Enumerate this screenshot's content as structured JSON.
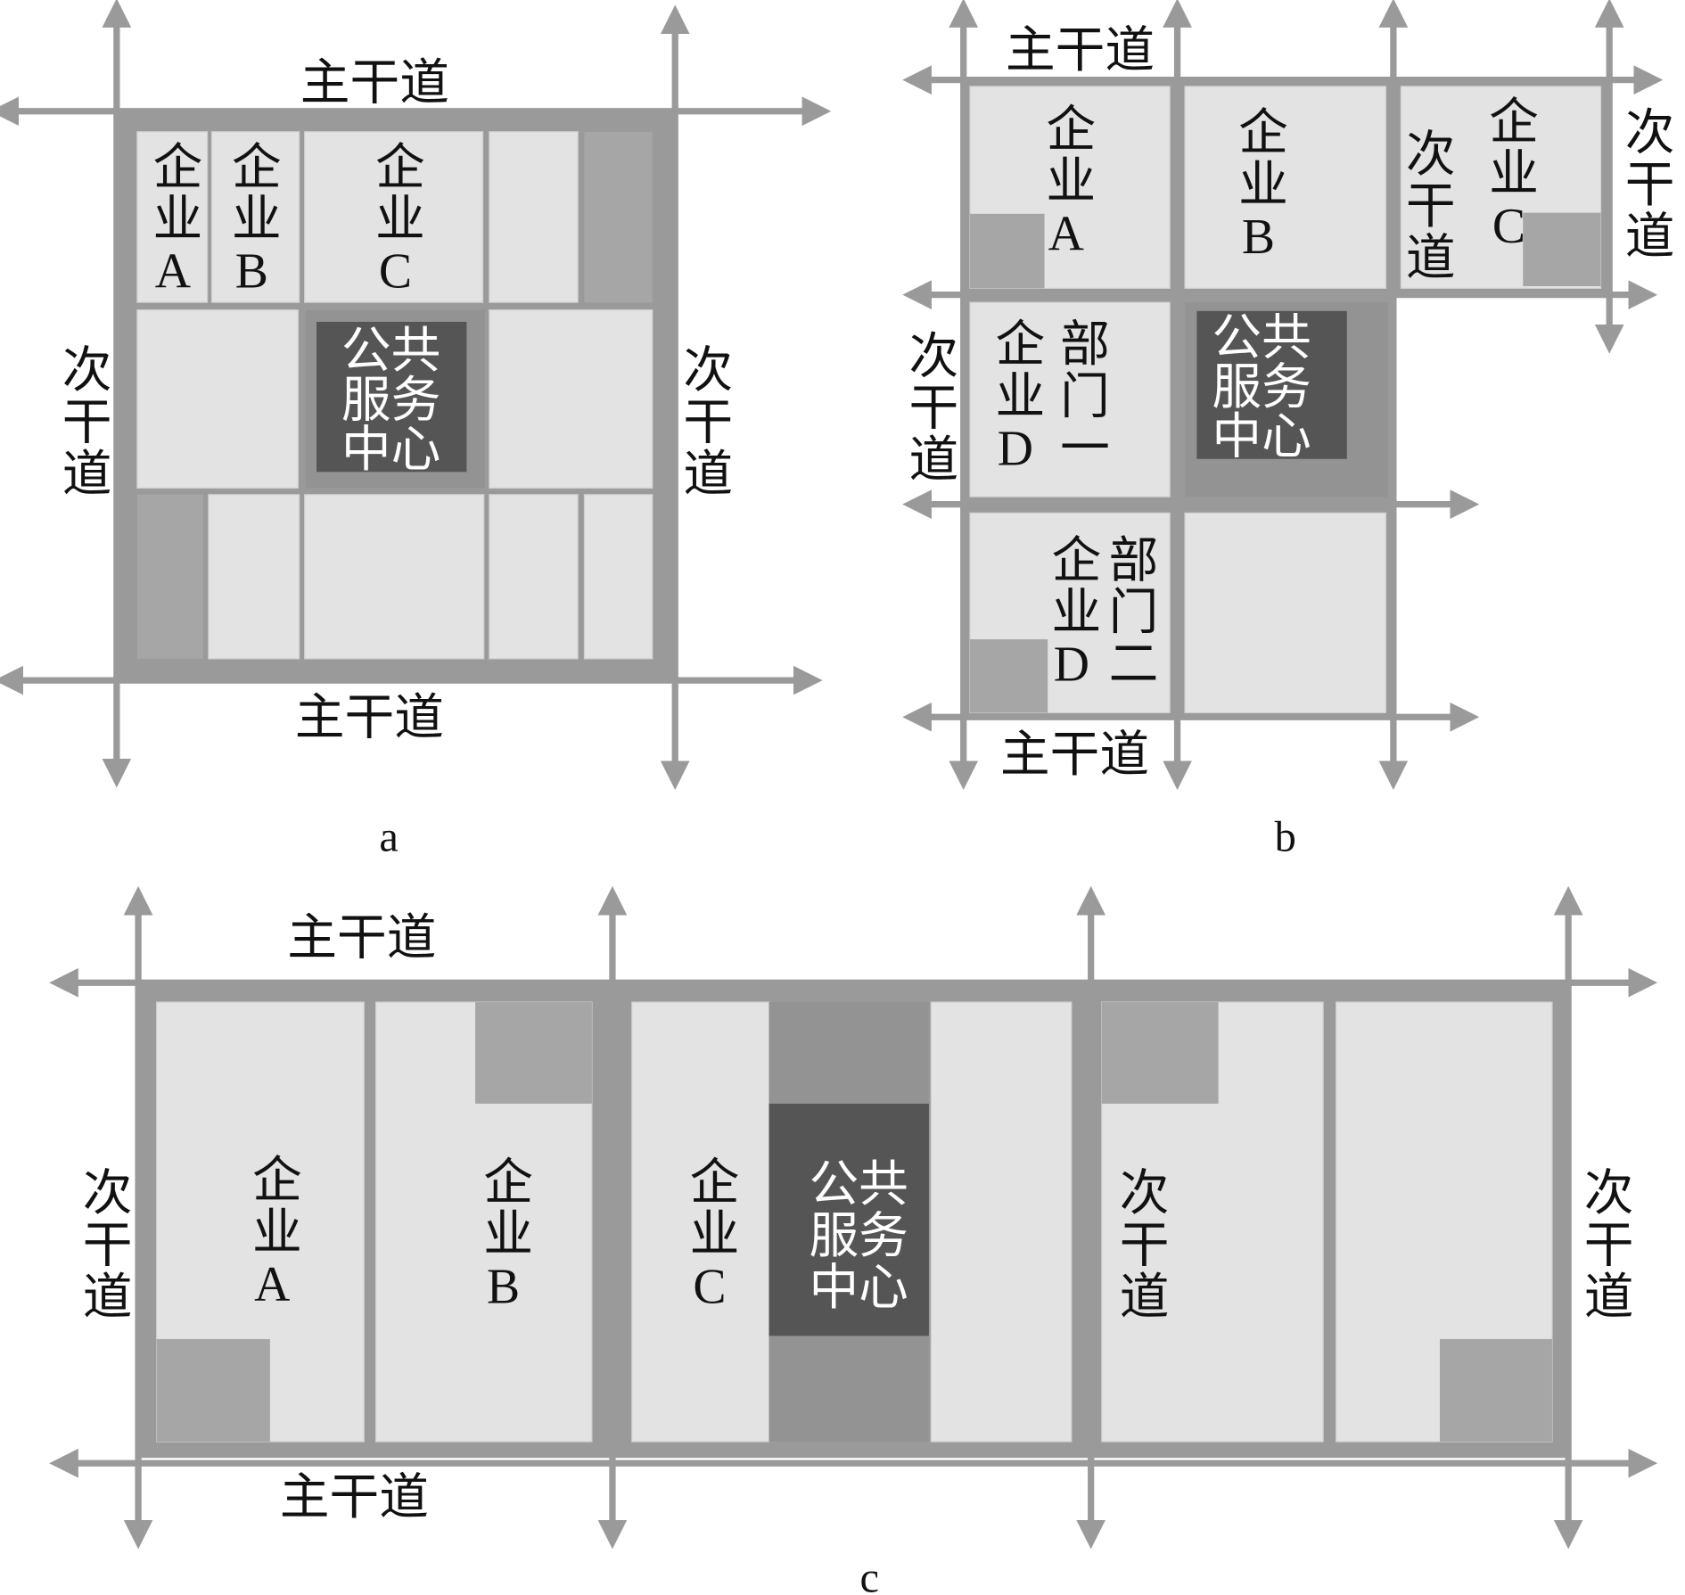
{
  "colors": {
    "road": "#9a9a9a",
    "cell": "#e3e3e3",
    "reserved": "#a6a6a6",
    "center": "#555555"
  },
  "labels": {
    "main_road": "主干道",
    "secondary_road": "次干道",
    "enterprise_a": "企业A",
    "enterprise_b": "企业B",
    "enterprise_c": "企业C",
    "enterprise_d": "企业D",
    "dept_1": "部门一",
    "dept_2": "部门二",
    "center_line1": "公共",
    "center_line2": "服务",
    "center_line3": "中心"
  },
  "captions": {
    "a": "a",
    "b": "b",
    "c": "c"
  }
}
